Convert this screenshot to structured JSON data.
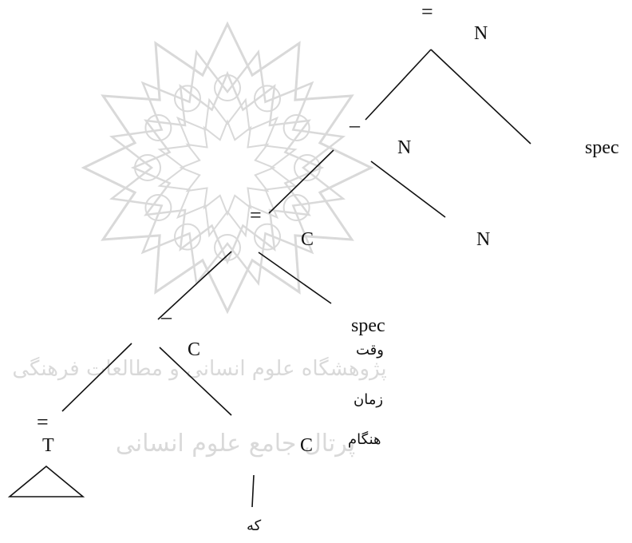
{
  "tree": {
    "root": {
      "bar": "=",
      "label": "N",
      "spec": "spec"
    },
    "n_bar": {
      "bar": "–",
      "label": "N",
      "head": "N"
    },
    "cp": {
      "bar": "=",
      "label": "C",
      "spec": "spec"
    },
    "c_bar": {
      "bar": "–",
      "label": "C",
      "head": "C",
      "complementizer": "که"
    },
    "tp": {
      "bar": "=",
      "label": "T"
    },
    "spec_words": [
      "وقت",
      "زمان",
      "هنگام"
    ]
  },
  "colors": {
    "line": "#111111",
    "watermark": "#d9d9d9"
  },
  "watermark": {
    "logo": "star-rosette-logo",
    "text_line1": "پژوهشگاه علوم انسانی و مطالعات فرهنگی",
    "text_line2": "پرتال جامع علوم انسانی"
  }
}
